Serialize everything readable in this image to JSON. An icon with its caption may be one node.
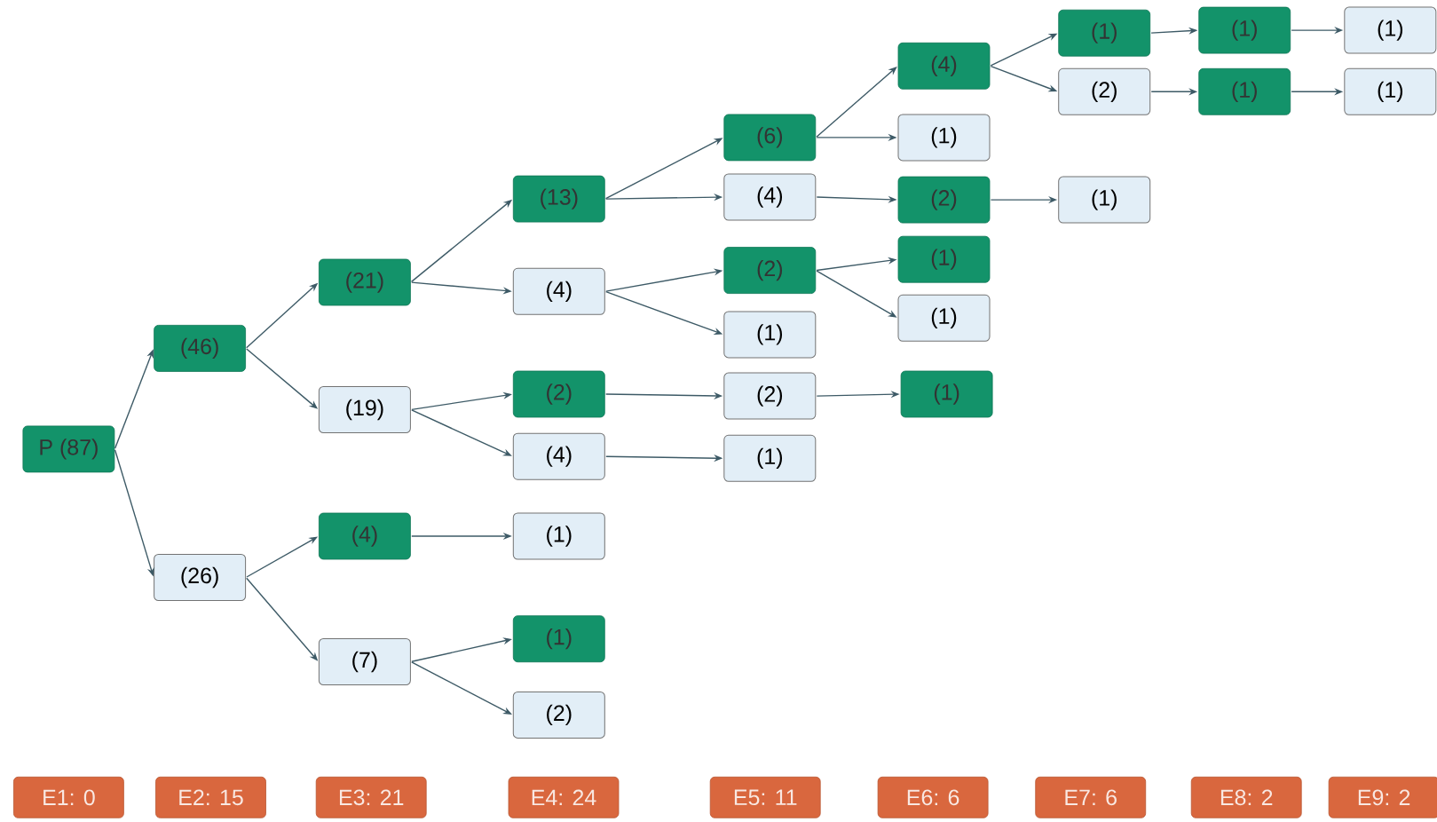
{
  "diagram": {
    "nodes": [
      {
        "text": [
          "P (87)"
        ]
      },
      {
        "text": [
          "(46)"
        ]
      },
      {
        "text": [
          "(26)"
        ]
      },
      {
        "text": [
          "(21)"
        ]
      },
      {
        "text": [
          "(19)"
        ]
      },
      {
        "text": [
          "(4)"
        ]
      },
      {
        "text": [
          "(7)"
        ]
      },
      {
        "text": [
          "(13)"
        ]
      },
      {
        "text": [
          "(4)"
        ]
      },
      {
        "text": [
          "(2)"
        ]
      },
      {
        "text": [
          "(4)"
        ]
      },
      {
        "text": [
          "(1)"
        ]
      },
      {
        "text": [
          "(1)"
        ]
      },
      {
        "text": [
          "(2)"
        ]
      },
      {
        "text": [
          "(6)"
        ]
      },
      {
        "text": [
          "(4)"
        ]
      },
      {
        "text": [
          "(2)"
        ]
      },
      {
        "text": [
          "(1)"
        ]
      },
      {
        "text": [
          "(2)"
        ]
      },
      {
        "text": [
          "(1)"
        ]
      },
      {
        "text": [
          "(4)"
        ]
      },
      {
        "text": [
          "(1)"
        ]
      },
      {
        "text": [
          "(2)"
        ]
      },
      {
        "text": [
          "(1)"
        ]
      },
      {
        "text": [
          "(1)"
        ]
      },
      {
        "text": [
          "(1)"
        ]
      },
      {
        "text": [
          "(1)"
        ]
      },
      {
        "text": [
          "(2)"
        ]
      },
      {
        "text": [
          "(1)"
        ]
      },
      {
        "text": [
          "(1)"
        ]
      },
      {
        "text": [
          "(1)"
        ]
      },
      {
        "text": [
          "(1)"
        ]
      },
      {
        "text": [
          "(1)"
        ]
      },
      {
        "text": [
          "E1: 0"
        ]
      },
      {
        "text": [
          "E2: 15"
        ]
      },
      {
        "text": [
          "E3: 21"
        ]
      },
      {
        "text": [
          "E4: 24"
        ]
      },
      {
        "text": [
          "E5: 11"
        ]
      },
      {
        "text": [
          "E6: 6"
        ]
      },
      {
        "text": [
          "E7: 6"
        ]
      },
      {
        "text": [
          "E8: 2"
        ]
      },
      {
        "text": [
          "E9: 2"
        ]
      }
    ],
    "edges": [
      {
        "from": 0,
        "to": 1,
        "arrow": "to"
      },
      {
        "from": 0,
        "to": 2,
        "arrow": "to"
      },
      {
        "from": 1,
        "to": 3,
        "arrow": "to"
      },
      {
        "from": 1,
        "to": 4,
        "arrow": "to"
      },
      {
        "from": 2,
        "to": 5,
        "arrow": "to"
      },
      {
        "from": 2,
        "to": 6,
        "arrow": "to"
      },
      {
        "from": 3,
        "to": 7,
        "arrow": "to"
      },
      {
        "from": 3,
        "to": 8,
        "arrow": "to"
      },
      {
        "from": 4,
        "to": 9,
        "arrow": "to"
      },
      {
        "from": 4,
        "to": 10,
        "arrow": "to"
      },
      {
        "from": 5,
        "to": 11,
        "arrow": "to"
      },
      {
        "from": 6,
        "to": 12,
        "arrow": "to"
      },
      {
        "from": 6,
        "to": 13,
        "arrow": "to"
      },
      {
        "from": 7,
        "to": 14,
        "arrow": "to"
      },
      {
        "from": 7,
        "to": 15,
        "arrow": "to"
      },
      {
        "from": 8,
        "to": 16,
        "arrow": "to"
      },
      {
        "from": 8,
        "to": 17,
        "arrow": "to"
      },
      {
        "from": 9,
        "to": 18,
        "arrow": "to"
      },
      {
        "from": 10,
        "to": 19,
        "arrow": "to"
      },
      {
        "from": 14,
        "to": 20,
        "arrow": "to"
      },
      {
        "from": 14,
        "to": 21,
        "arrow": "to"
      },
      {
        "from": 15,
        "to": 22,
        "arrow": "to"
      },
      {
        "from": 16,
        "to": 23,
        "arrow": "to"
      },
      {
        "from": 16,
        "to": 24,
        "arrow": "to"
      },
      {
        "from": 18,
        "to": 25,
        "arrow": "to"
      },
      {
        "from": 20,
        "to": 26,
        "arrow": "to"
      },
      {
        "from": 20,
        "to": 27,
        "arrow": "to"
      },
      {
        "from": 22,
        "to": 28,
        "arrow": "to"
      },
      {
        "from": 26,
        "to": 29,
        "arrow": "to"
      },
      {
        "from": 27,
        "to": 30,
        "arrow": "to"
      },
      {
        "from": 29,
        "to": 31,
        "arrow": "to"
      },
      {
        "from": 30,
        "to": 32,
        "arrow": "to"
      }
    ]
  }
}
